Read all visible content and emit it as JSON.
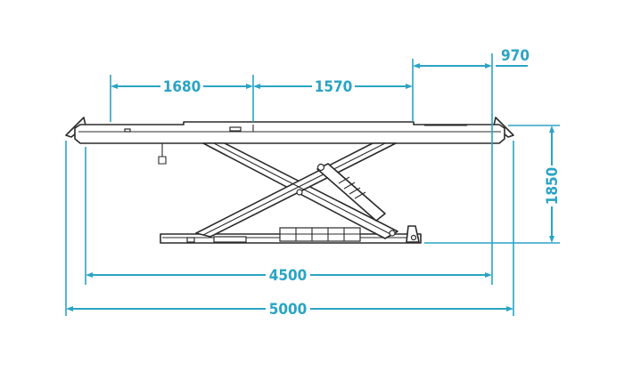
{
  "drawing": {
    "colors": {
      "dimension": "#2aa4c4",
      "outline": "#2b2b2b",
      "background": "#ffffff"
    },
    "dimensions": {
      "d_1680": "1680",
      "d_1570": "1570",
      "d_970": "970",
      "d_1850": "1850",
      "d_4500": "4500",
      "d_5000": "5000"
    }
  }
}
